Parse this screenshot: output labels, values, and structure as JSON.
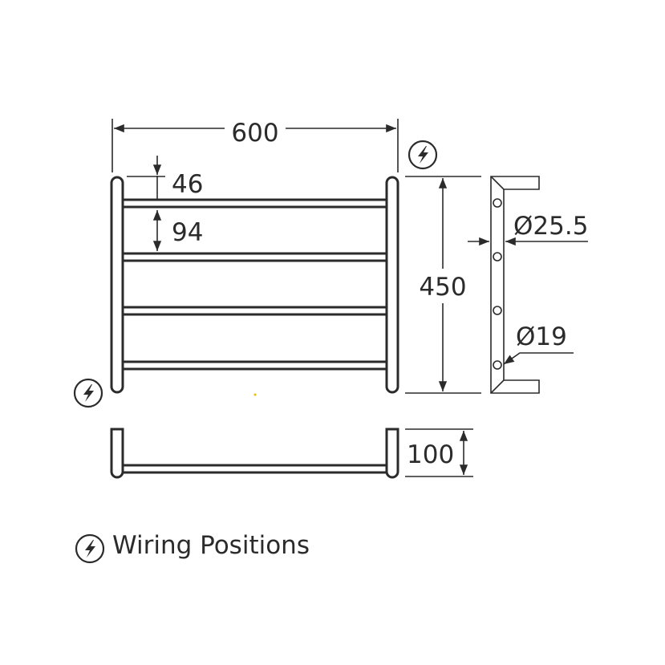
{
  "dimensions": {
    "width": "600",
    "top_offset": "46",
    "bar_spacing": "94",
    "height": "450",
    "rail_diameter": "Ø25.5",
    "bar_diameter": "Ø19",
    "depth": "100"
  },
  "legend": {
    "icon": "lightning-bolt-icon",
    "label": "Wiring Positions"
  },
  "colors": {
    "line": "#2b2b2b",
    "background": "#ffffff"
  }
}
